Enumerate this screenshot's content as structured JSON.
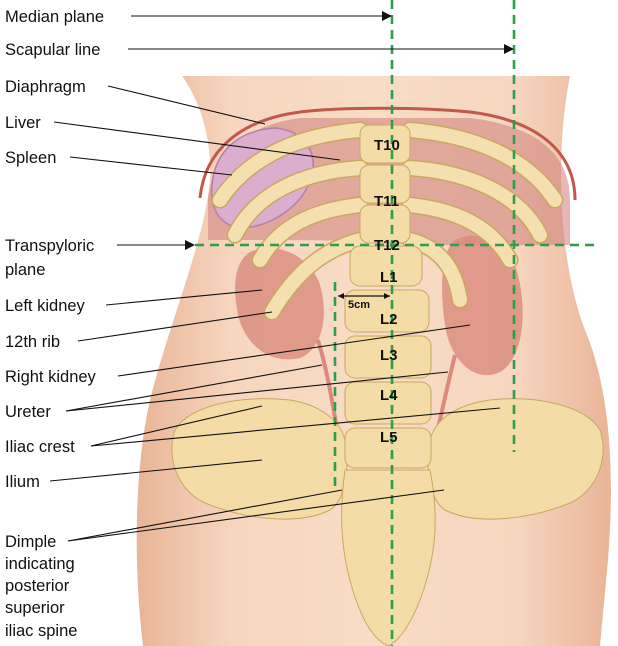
{
  "labels": {
    "median_plane": "Median plane",
    "scapular_line": "Scapular line",
    "diaphragm": "Diaphragm",
    "liver": "Liver",
    "spleen": "Spleen",
    "transpyloric_line1": "Transpyloric",
    "transpyloric_line2": "plane",
    "left_kidney": "Left kidney",
    "twelfth_rib": "12th rib",
    "right_kidney": "Right kidney",
    "ureter": "Ureter",
    "iliac_crest": "Iliac crest",
    "ilium": "Ilium",
    "dimple_line1": "Dimple",
    "dimple_line2": "indicating",
    "dimple_line3": "posterior",
    "dimple_line4": "superior",
    "dimple_line5": "iliac spine"
  },
  "vertebrae": [
    "T10",
    "T11",
    "T12",
    "L1",
    "L2",
    "L3",
    "L4",
    "L5"
  ],
  "measure": "5cm",
  "colors": {
    "guide": "#2e9e4a",
    "skin": "#f3cdb4",
    "bone": "#f3dca6",
    "kidney": "#d98a7c",
    "liver": "#c9767a",
    "spleen": "#d8a5c8"
  }
}
